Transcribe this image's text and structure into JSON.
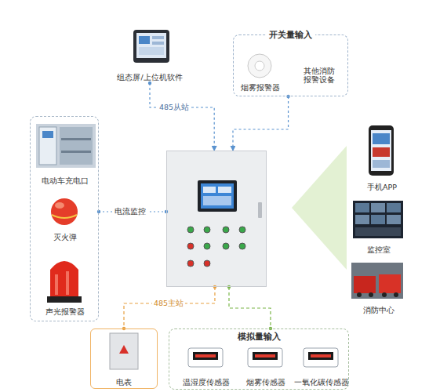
{
  "diagram": {
    "nodes": [
      {
        "text": [
          "组态屏/上位机软件"
        ]
      },
      {
        "text": [
          "开关量输入"
        ]
      },
      {
        "text": [
          "烟雾报警器"
        ],
        "in": 1
      },
      {
        "text": [
          "其他消防报警设备"
        ],
        "in": 1
      },
      {
        "text": []
      },
      {
        "text": [
          "电动车充电口"
        ],
        "in": 4
      },
      {
        "text": [
          "灭火弹"
        ],
        "in": 4
      },
      {
        "text": [
          "声光报警器"
        ],
        "in": 4
      },
      {
        "text": []
      },
      {
        "text": [
          "手机APP"
        ]
      },
      {
        "text": [
          "监控室"
        ]
      },
      {
        "text": [
          "消防中心"
        ]
      },
      {
        "text": [
          "电表"
        ]
      },
      {
        "text": [
          "模拟量输入"
        ]
      },
      {
        "text": [
          "温湿度传感器"
        ],
        "in": 13
      },
      {
        "text": [
          "烟雾传感器"
        ],
        "in": 13
      },
      {
        "text": [
          "一氧化碳传感器"
        ],
        "in": 13
      }
    ],
    "edges": [
      {
        "from": 0,
        "to": 8,
        "label": "485从站",
        "arrow": "to"
      },
      {
        "from": 1,
        "to": 8,
        "arrow": "to"
      },
      {
        "from": 4,
        "to": 8,
        "label": "电流监控",
        "arrow": "none"
      },
      {
        "from": 8,
        "to": 12,
        "label": "485主站",
        "arrow": "none"
      },
      {
        "from": 8,
        "to": 13,
        "arrow": "none"
      }
    ]
  }
}
